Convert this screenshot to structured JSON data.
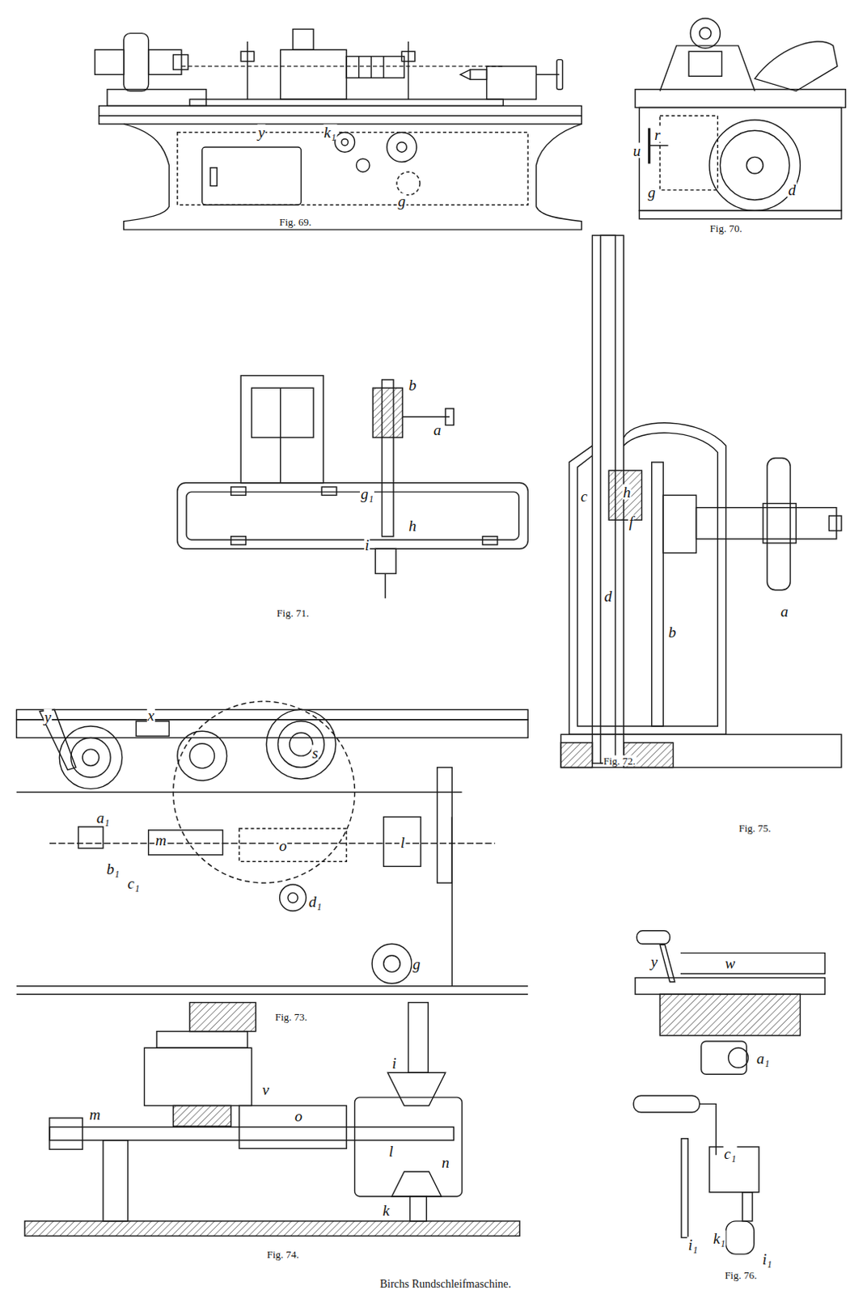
{
  "diagram": {
    "caption": "Birchs Rundschleifmaschine.",
    "labels": [
      "y",
      "k₁",
      "g",
      "Fig. 69.",
      "r",
      "u",
      "g",
      "d",
      "Fig. 70.",
      "b",
      "a",
      "g₁",
      "h",
      "i",
      "Fig. 71.",
      "h",
      "c",
      "f",
      "d",
      "b",
      "a",
      "Fig. 72.",
      "y",
      "x",
      "s",
      "a₁",
      "m",
      "o",
      "l",
      "b₁",
      "c₁",
      "d₁",
      "g",
      "Fig. 73.",
      "v",
      "m",
      "o",
      "i",
      "l",
      "n",
      "k",
      "Fig. 74.",
      "Fig. 75.",
      "y",
      "w",
      "a₁",
      "c₁",
      "i₁",
      "k₁",
      "i₁",
      "Fig. 76."
    ]
  }
}
